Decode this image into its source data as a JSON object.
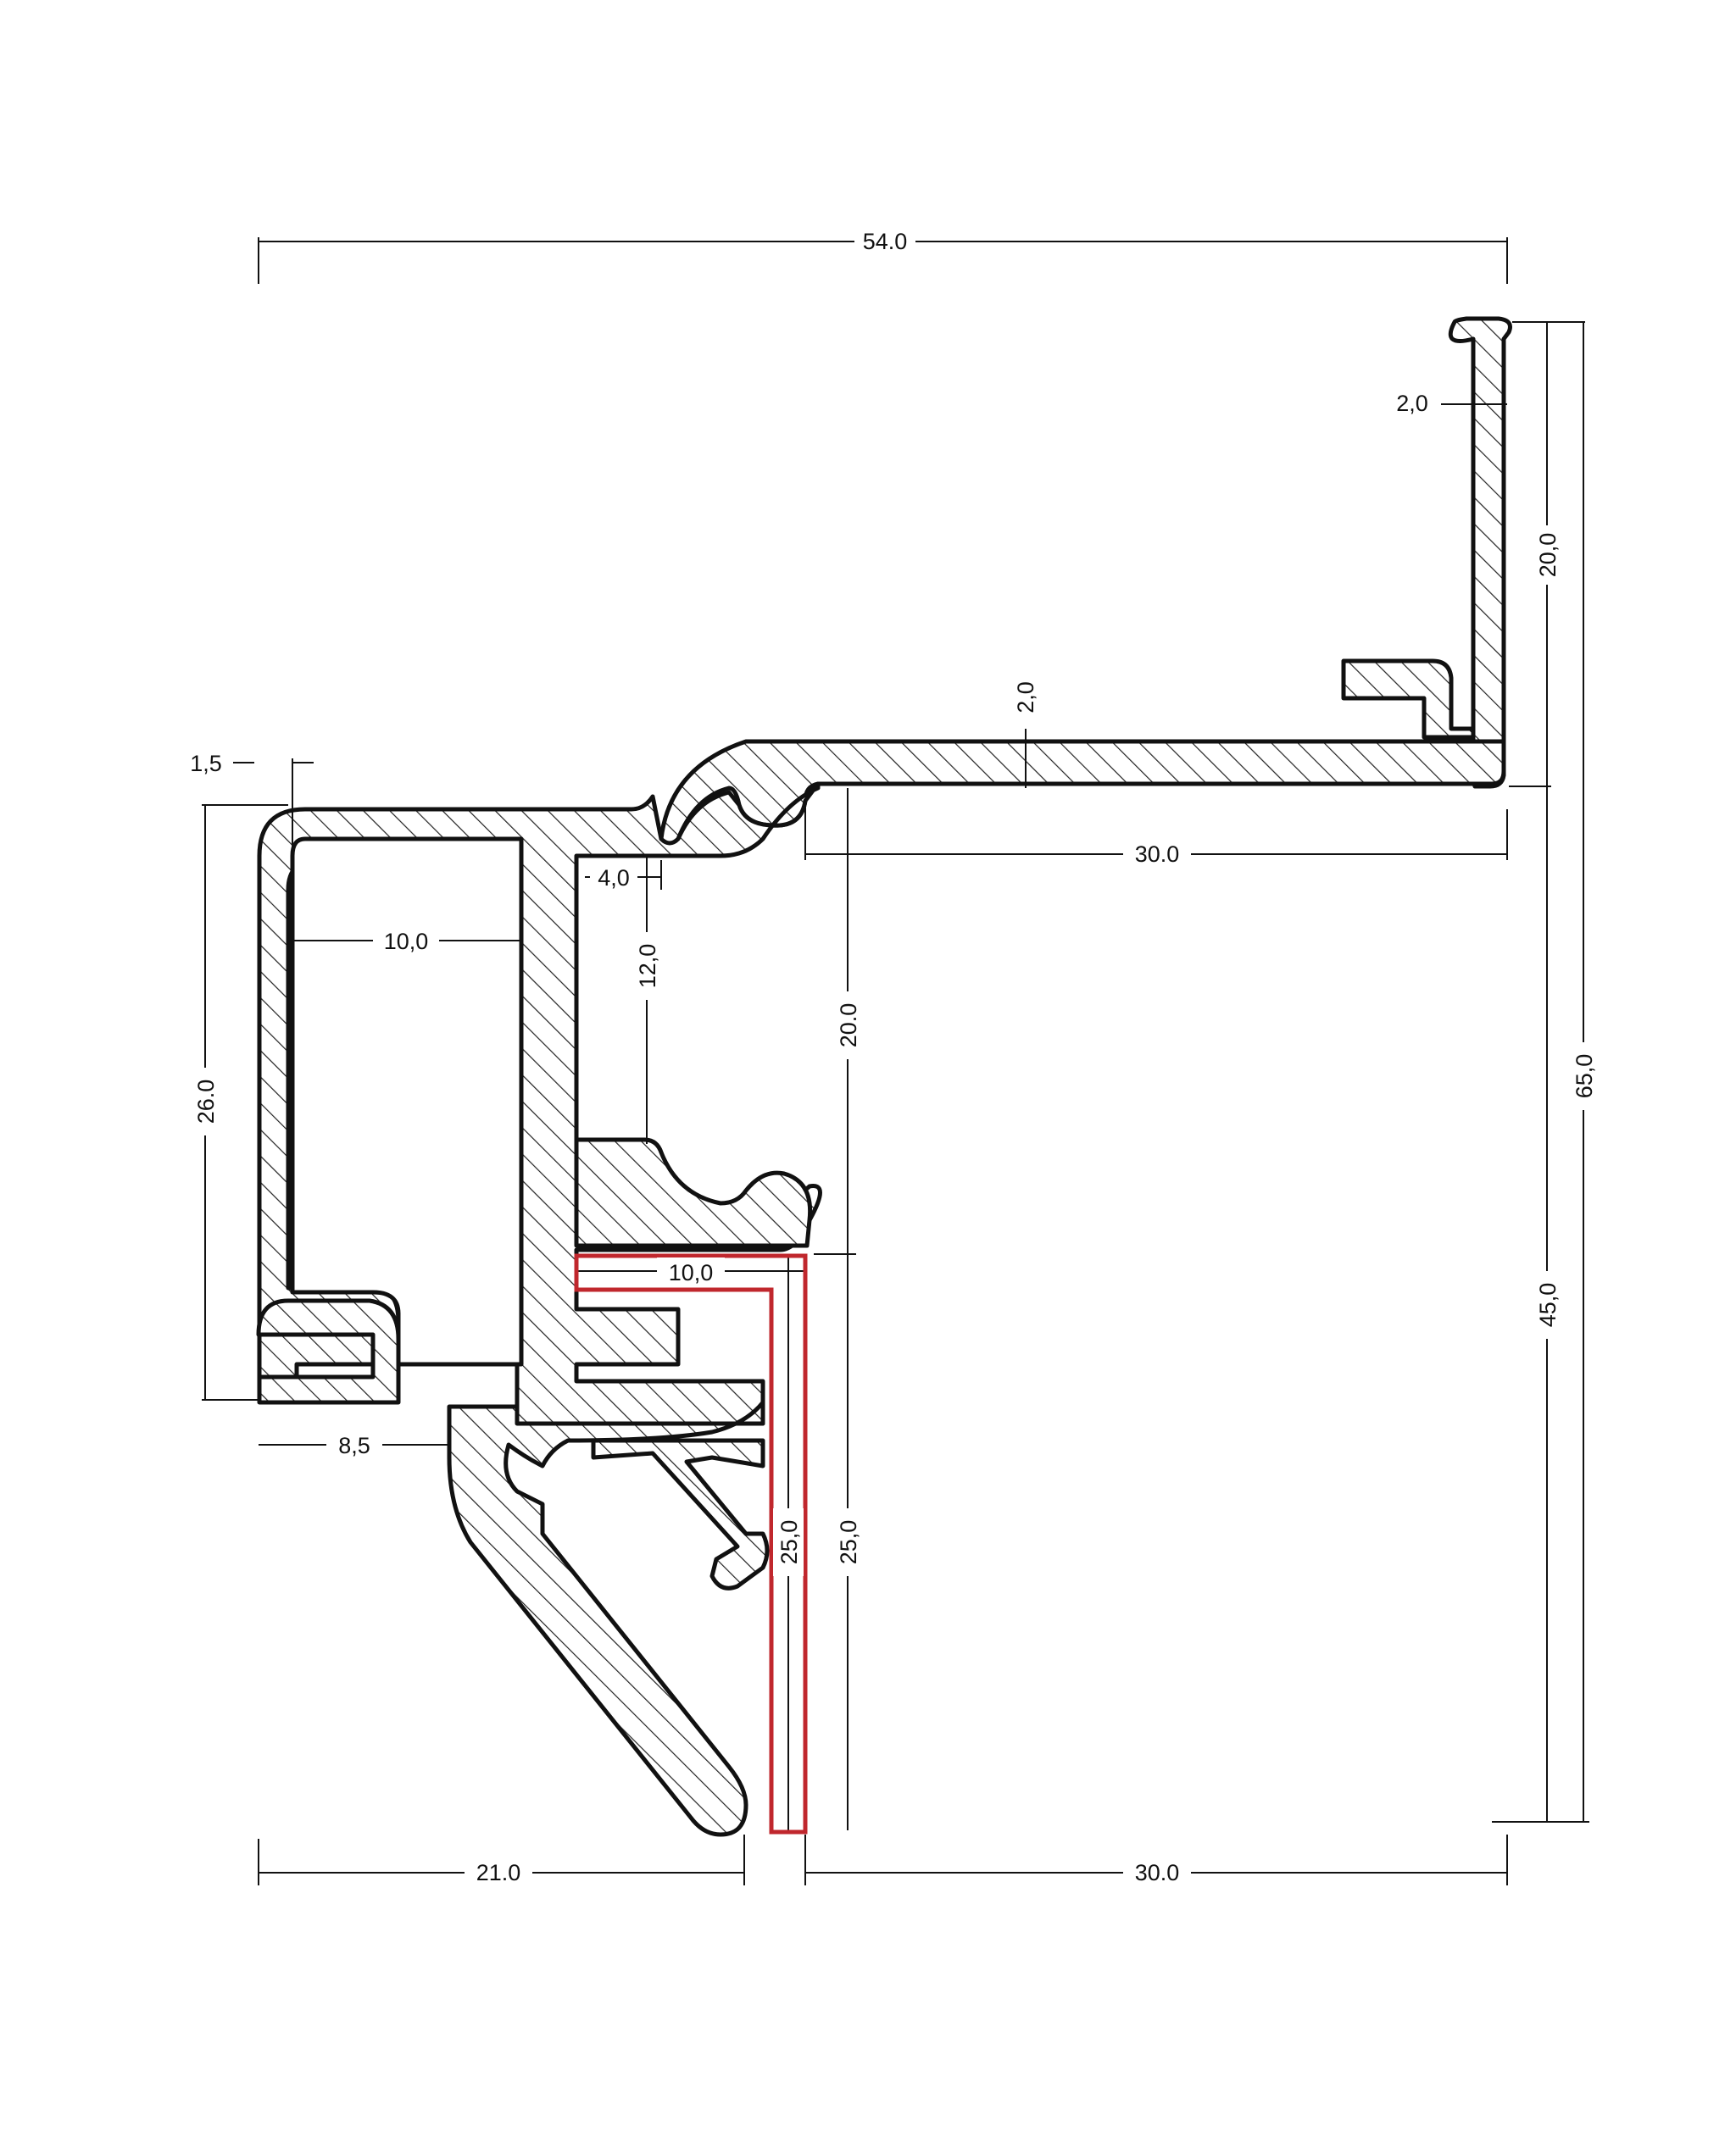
{
  "drawing": {
    "dimensions": {
      "overall_width": "54.0",
      "top_flange_height": "20,0",
      "flange_thickness": "2,0",
      "arm_thickness": "2,0",
      "top_span": "30.0",
      "overall_height": "65,0",
      "lower_height": "45,0",
      "channel_height": "20.0",
      "inner_leg": "12,0",
      "inner_gap": "4,0",
      "inner_width": "10,0",
      "left_lip": "1,5",
      "left_height": "26.0",
      "foot": "8,5",
      "slot_width": "10,0",
      "slot_depth": "25,0",
      "lower_depth": "25,0",
      "bottom_left": "21.0",
      "bottom_right": "30.0"
    },
    "colors": {
      "outline": "#111111",
      "highlight": "#c0272d"
    }
  }
}
